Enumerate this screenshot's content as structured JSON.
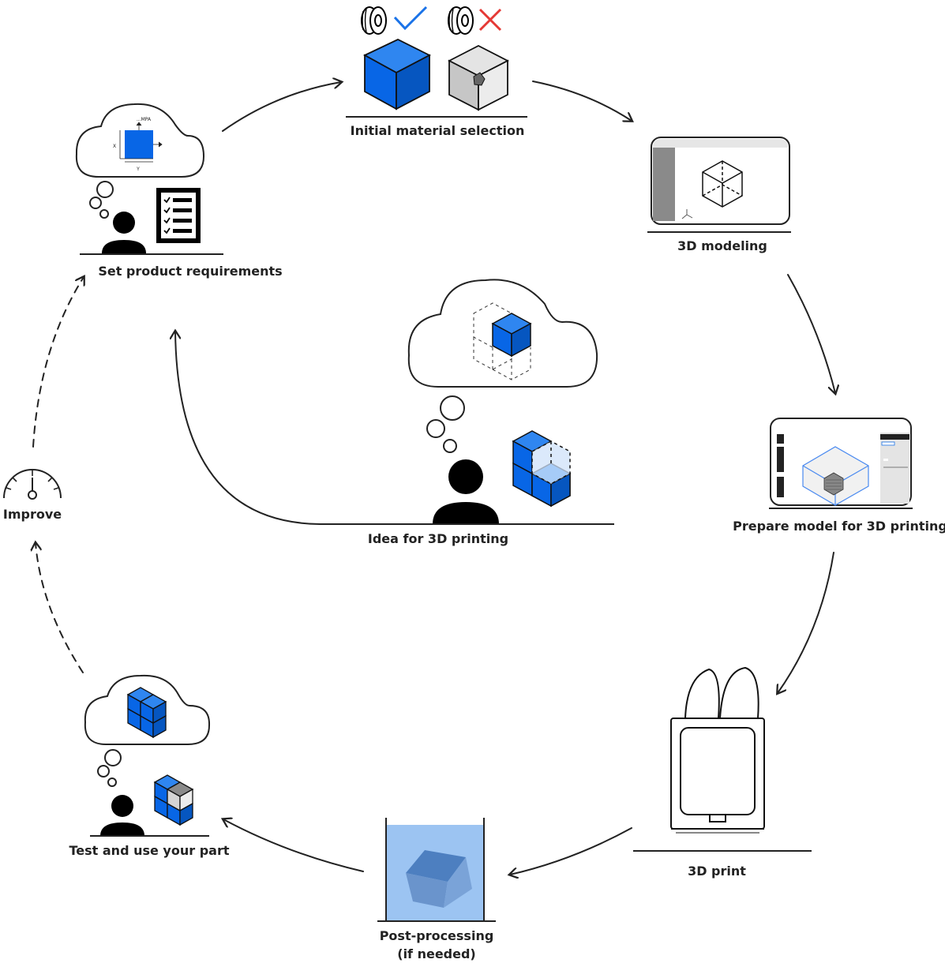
{
  "diagram": {
    "steps": {
      "idea": {
        "label": "Idea for 3D printing"
      },
      "requirements": {
        "label": "Set product requirements",
        "cloud_top": "...MPA",
        "cloud_x": "X",
        "cloud_y": "Y"
      },
      "material": {
        "label": "Initial material selection"
      },
      "modeling": {
        "label": "3D modeling"
      },
      "prepare": {
        "label": "Prepare model for 3D printing"
      },
      "print": {
        "label": "3D print"
      },
      "post": {
        "label_line1": "Post-processing",
        "label_line2": "(if needed)"
      },
      "test": {
        "label": "Test and use your part"
      },
      "improve": {
        "label": "Improve"
      }
    },
    "colors": {
      "accent_blue": "#0866e6",
      "check_blue": "#1a73e8",
      "cross_red": "#e53935",
      "liquid_blue": "#9cc4f2",
      "grey_cube": "#d4d4d4",
      "stroke": "#222222"
    },
    "icons": [
      "check-icon",
      "cross-icon",
      "filament-spool-icon",
      "person-icon",
      "checklist-icon",
      "gauge-icon",
      "printer-icon",
      "cloud-icon",
      "cube-icon",
      "monitor-icon"
    ]
  }
}
